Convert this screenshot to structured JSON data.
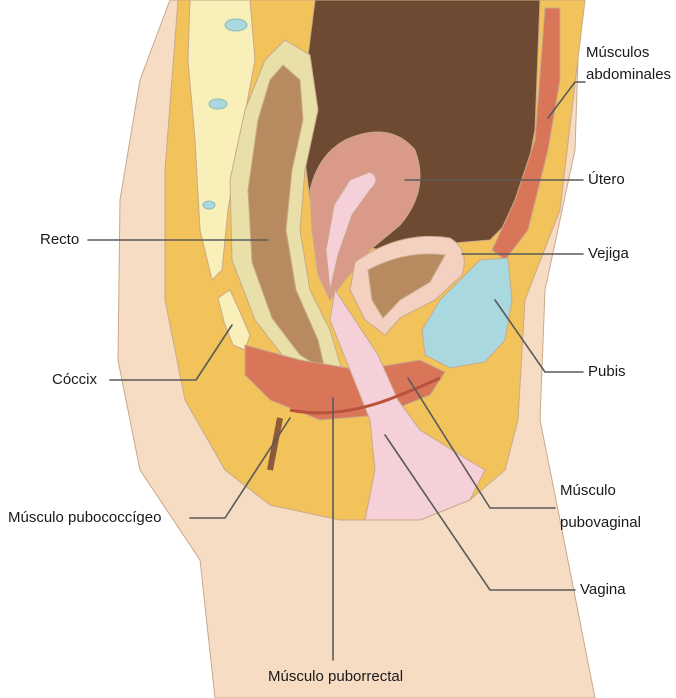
{
  "labels": {
    "abdominales": [
      "Músculos",
      "abdominales"
    ],
    "utero": "Útero",
    "vejiga": "Vejiga",
    "pubis": "Pubis",
    "pubovaginal": [
      "Músculo",
      "pubovaginal"
    ],
    "vagina": "Vagina",
    "puborrectal": "Músculo puborrectal",
    "pubococcigeo": "Músculo pubococcígeo",
    "coccix": "Cóccix",
    "recto": "Recto"
  },
  "colors": {
    "skin": "#f7dcc4",
    "fat": "#f2c35a",
    "muscle": "#d9765a",
    "uterus": "#d99a8a",
    "bladder": "#f3d0bf",
    "pubis": "#a9d9df",
    "spine": "#f8f0b8",
    "rectum": "#b88a5f",
    "rectum_wall": "#e8e0a8",
    "vagina": "#f6d0d8",
    "cavity": "#6e4a33",
    "leader": "#5a5a5a"
  }
}
